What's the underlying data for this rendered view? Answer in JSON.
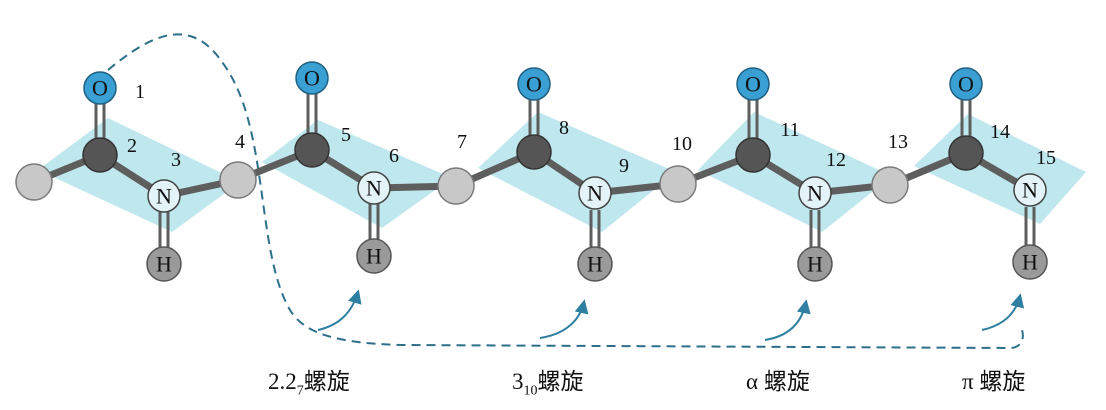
{
  "atoms": {
    "oxygen": "O",
    "nitrogen": "N",
    "hydrogen": "H"
  },
  "backbone_numbers": [
    "1",
    "2",
    "3",
    "4",
    "5",
    "6",
    "7",
    "8",
    "9",
    "10",
    "11",
    "12",
    "13",
    "14",
    "15"
  ],
  "helix_labels": [
    {
      "main": "2.2",
      "sub": "7",
      "suffix": "螺旋"
    },
    {
      "main": "3",
      "sub": "10",
      "suffix": "螺旋"
    },
    {
      "main": "α",
      "sub": "",
      "suffix": " 螺旋"
    },
    {
      "main": "π",
      "sub": "",
      "suffix": " 螺旋"
    }
  ],
  "colors": {
    "oxygen": "#3a9fd2",
    "carbonyl_carbon": "#555555",
    "alpha_carbon": "#c8c8c8",
    "nitrogen": "#e4f3f8",
    "hydrogen": "#9a9a9a",
    "bond": "#5e5e5e",
    "peptide_plane": "#bfe7ee",
    "hbond_path": "#2e6f8a",
    "arrow": "#2e7fa0"
  }
}
